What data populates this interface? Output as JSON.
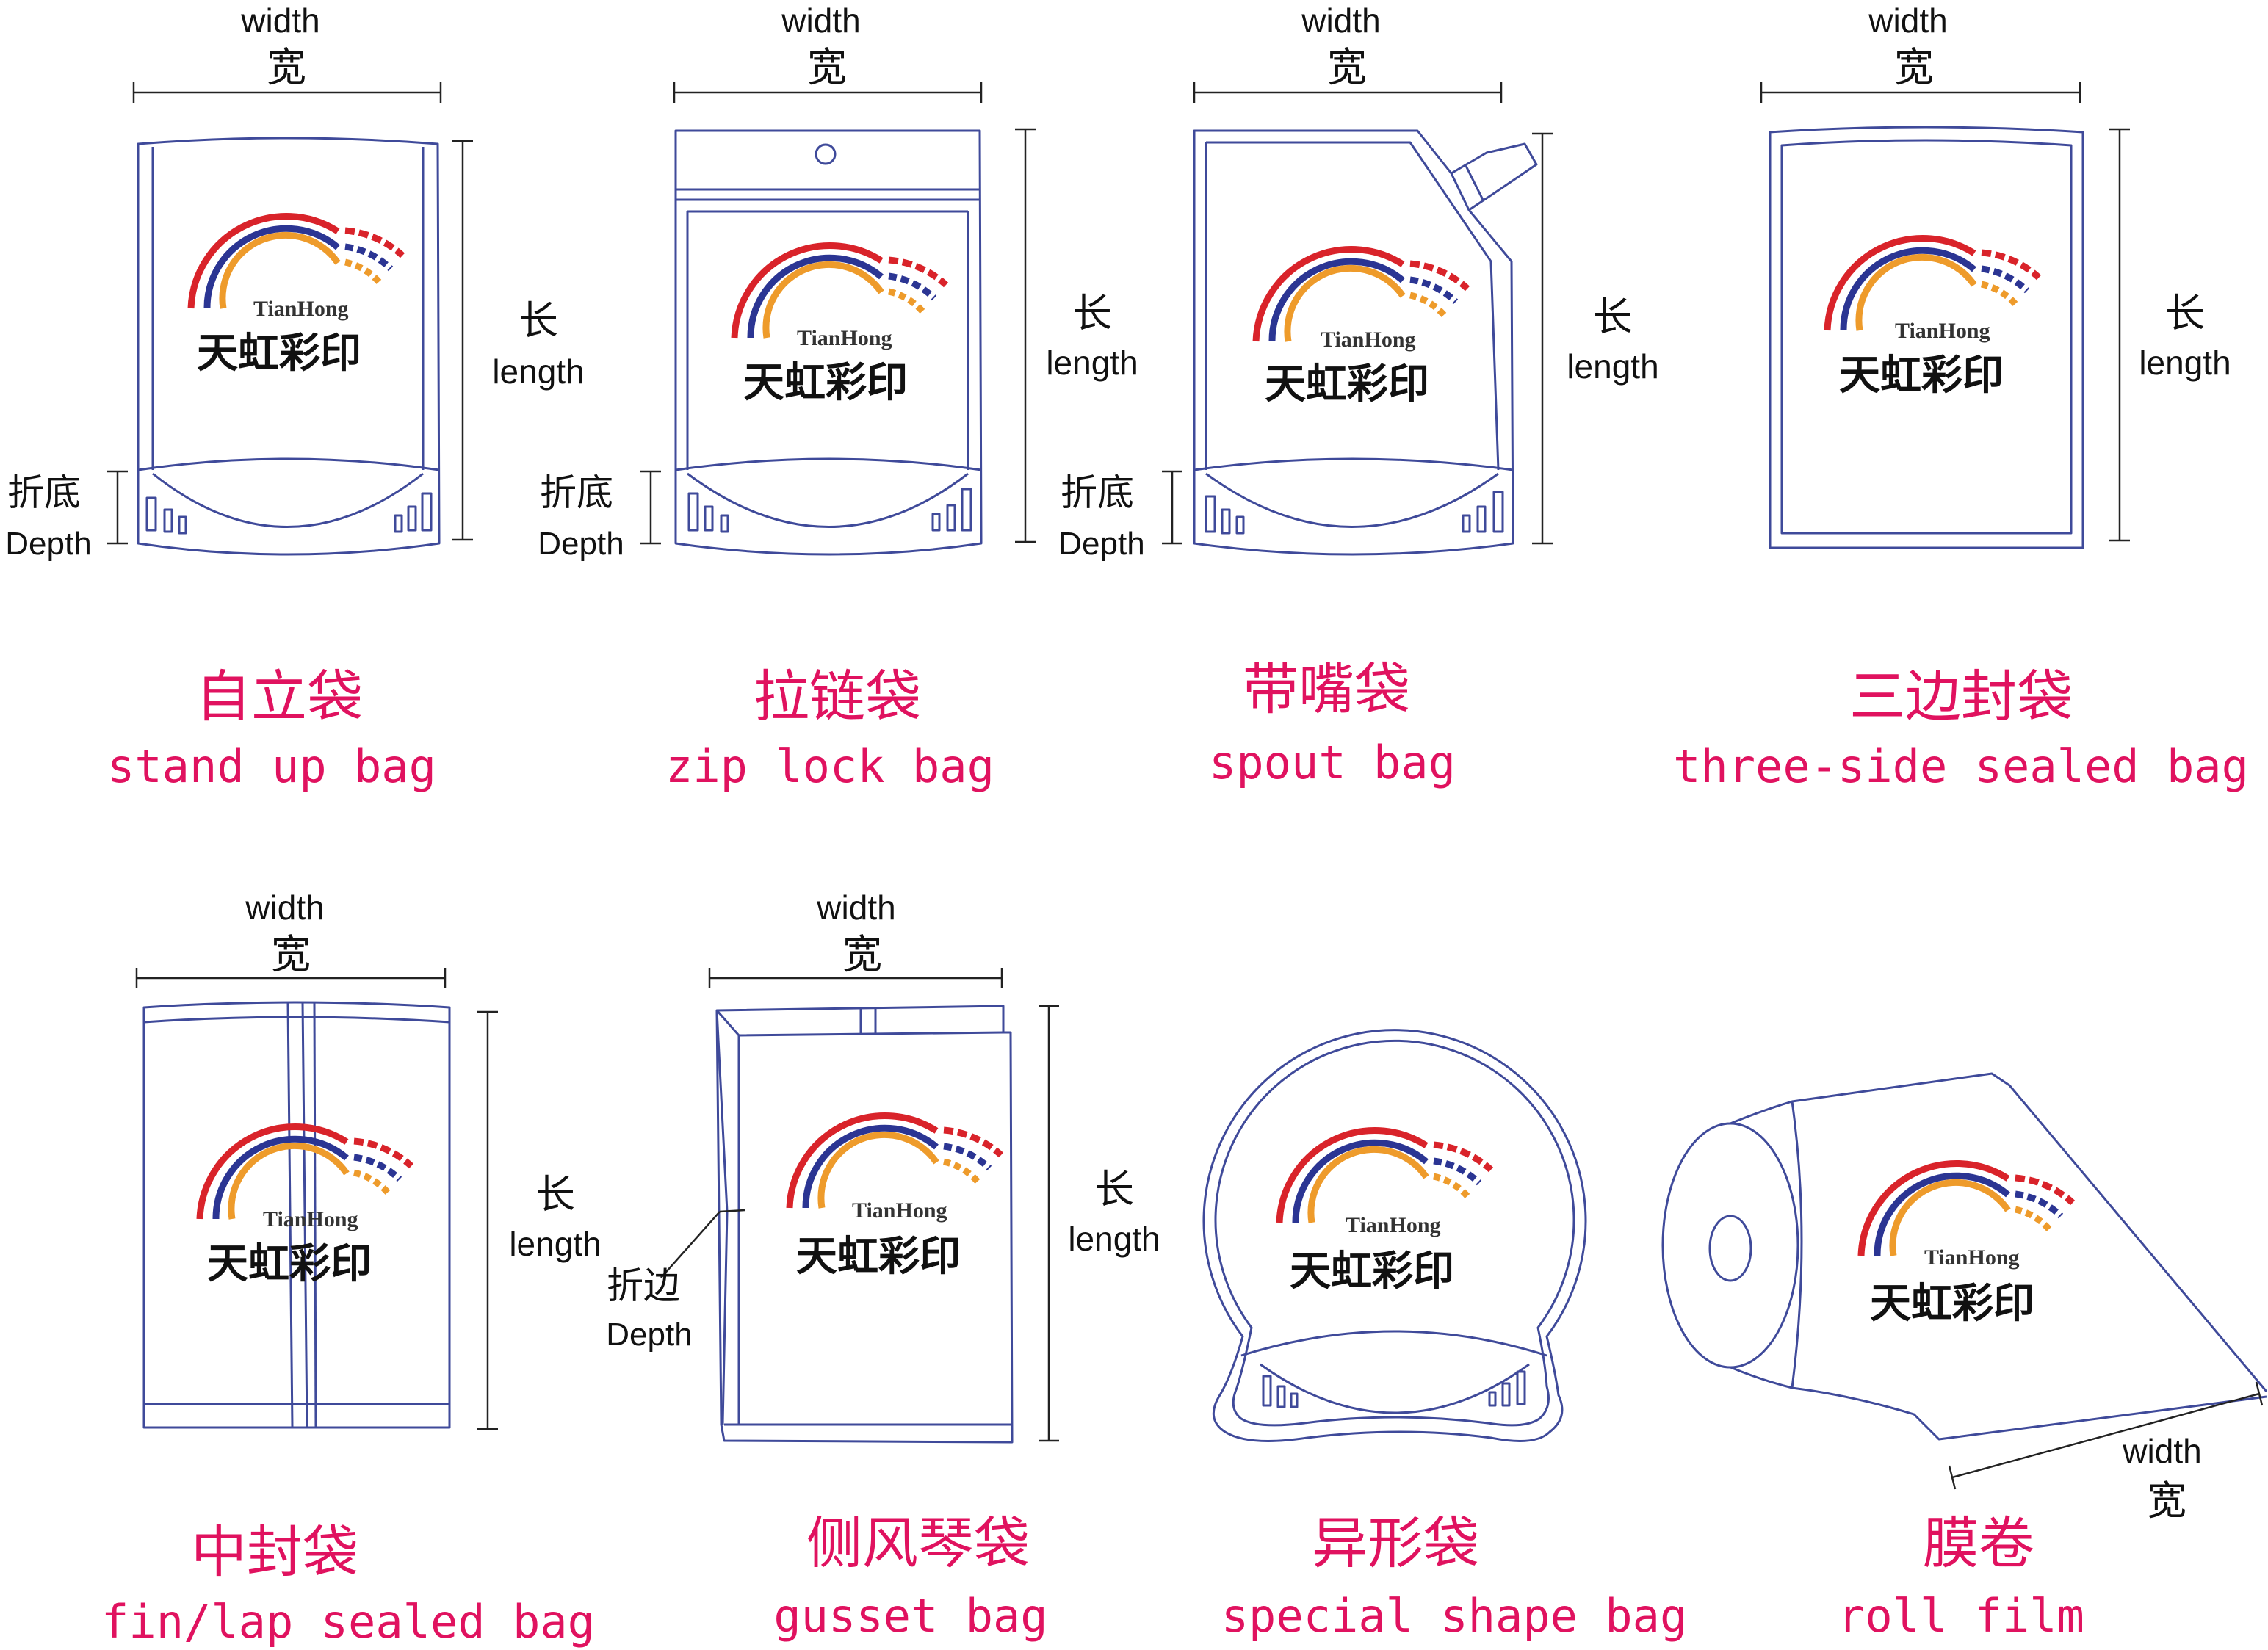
{
  "labels": {
    "width_en": "width",
    "width_cn": "宽",
    "length_en": "length",
    "length_cn": "长",
    "depth_en": "Depth",
    "depth_cn": "折底",
    "fold_cn": "折边"
  },
  "brand": {
    "name_en": "TianHong",
    "name_cn": "天虹彩印"
  },
  "colors": {
    "caption": "#e0125f",
    "outline": "#3f4a9a",
    "arc_red": "#d9232a",
    "arc_blue": "#2b3593",
    "arc_orange": "#ee9b2b"
  },
  "bags": [
    {
      "id": "stand-up-bag",
      "name_cn": "自立袋",
      "name_en": "stand up bag"
    },
    {
      "id": "zip-lock-bag",
      "name_cn": "拉链袋",
      "name_en": "zip lock bag"
    },
    {
      "id": "spout-bag",
      "name_cn": "带嘴袋",
      "name_en": "spout bag"
    },
    {
      "id": "three-side-sealed-bag",
      "name_cn": "三边封袋",
      "name_en": "three-side sealed bag"
    },
    {
      "id": "fin-lap-sealed-bag",
      "name_cn": "中封袋",
      "name_en": "fin/lap sealed bag"
    },
    {
      "id": "gusset-bag",
      "name_cn": "侧风琴袋",
      "name_en": "gusset bag"
    },
    {
      "id": "special-shape-bag",
      "name_cn": "异形袋",
      "name_en": "special shape bag"
    },
    {
      "id": "roll-film",
      "name_cn": "膜卷",
      "name_en": "roll film"
    }
  ]
}
